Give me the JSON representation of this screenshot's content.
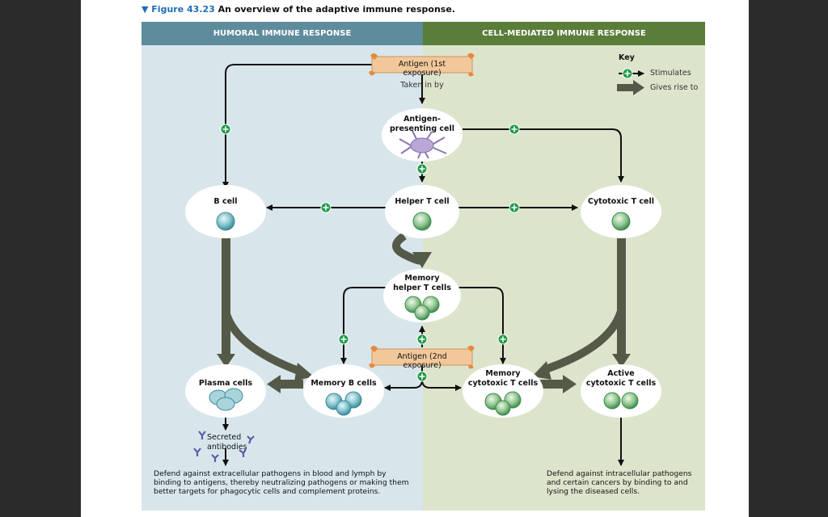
{
  "figure": {
    "number": "Figure 43.23",
    "caption": "An overview of the adaptive immune response."
  },
  "headers": {
    "humoral": "HUMORAL IMMUNE RESPONSE",
    "cell_mediated": "CELL-MEDIATED IMMUNE RESPONSE"
  },
  "colors": {
    "humoral_header": "#5e8c9c",
    "cell_header": "#5a7e3a",
    "humoral_bg": "#d8e6ec",
    "cell_bg": "#dde4cc",
    "antigen_box": "#f2c89a",
    "plus": "#1e9b47",
    "thick_arrow": "#555a48",
    "node": "#ffffff"
  },
  "antigen_1": "Antigen (1st exposure)",
  "taken_in_by": "Taken in by",
  "antigen_2": "Antigen (2nd exposure)",
  "key": {
    "title": "Key",
    "stimulates": "Stimulates",
    "gives_rise": "Gives rise to"
  },
  "nodes": {
    "apc": "Antigen-\npresenting cell",
    "helper_t": "Helper T cell",
    "b_cell": "B cell",
    "cytotoxic_t": "Cytotoxic T cell",
    "memory_helper": "Memory\nhelper T cells",
    "plasma": "Plasma cells",
    "memory_b": "Memory B cells",
    "memory_cytotoxic": "Memory\ncytotoxic T cells",
    "active_cytotoxic": "Active\ncytotoxic T cells"
  },
  "secreted_antibodies": "Secreted\nantibodies",
  "humoral_desc": "Defend against extracellular pathogens in blood and lymph by\nbinding to antigens, thereby neutralizing pathogens or making them\nbetter targets for phagocytic cells and complement proteins.",
  "cell_desc": "Defend against intracellular pathogens\nand certain cancers by binding to and\nlysing the diseased cells."
}
